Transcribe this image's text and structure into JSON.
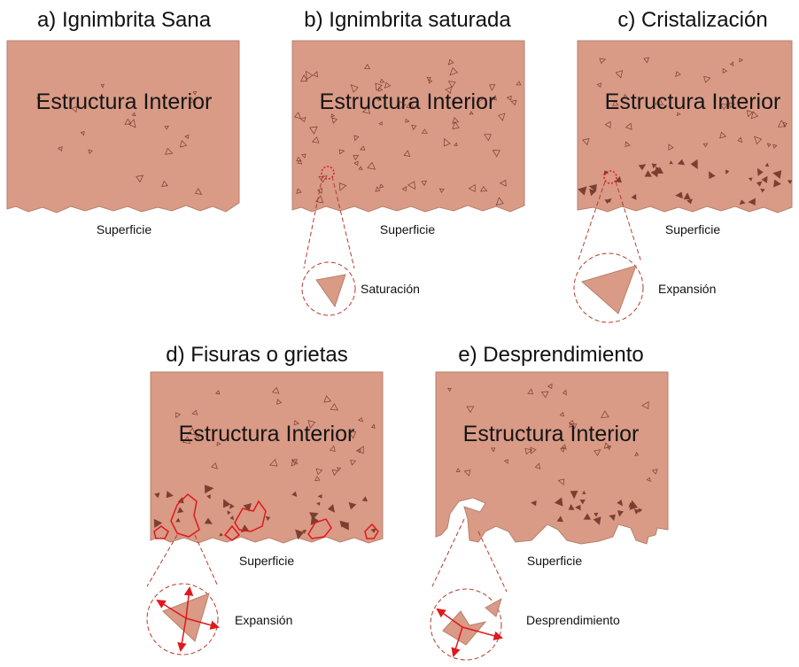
{
  "panels": {
    "a": {
      "title": "a) Ignimbrita Sana",
      "interior": "Estructura Interior",
      "surface": "Superficie"
    },
    "b": {
      "title": "b) Ignimbrita saturada",
      "interior": "Estructura Interior",
      "surface": "Superficie",
      "detail": "Saturación"
    },
    "c": {
      "title": "c) Cristalización",
      "interior": "Estructura Interior",
      "surface": "Superficie",
      "detail": "Expansión"
    },
    "d": {
      "title": "d) Fisuras o grietas",
      "interior": "Estructura Interior",
      "surface": "Superficie",
      "detail": "Expansión"
    },
    "e": {
      "title": "e) Desprendimiento",
      "interior": "Estructura Interior",
      "surface": "Superficie",
      "detail": "Desprendimiento"
    }
  },
  "colors": {
    "stone": "#d99a86",
    "stone_edge": "#b5826f",
    "mark": "#7a3f30",
    "highlight": "#e0191c",
    "text": "#111111"
  }
}
